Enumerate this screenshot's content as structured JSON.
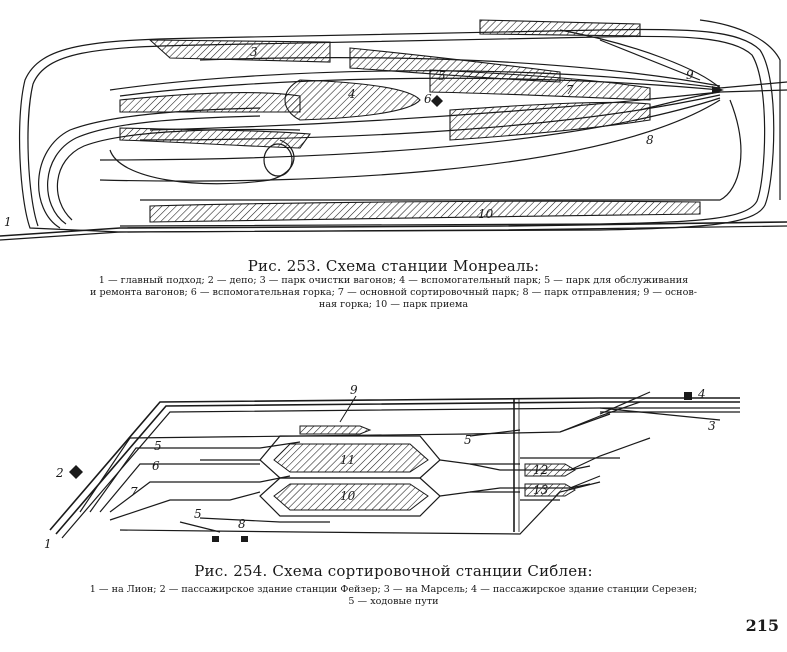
{
  "figure253": {
    "title": "Рис. 253. Схема станции Монреаль:",
    "legend": [
      {
        "num": "1",
        "text": "главный подход"
      },
      {
        "num": "2",
        "text": "депо"
      },
      {
        "num": "3",
        "text": "парк очистки вагонов"
      },
      {
        "num": "4",
        "text": "вспомогательный парк"
      },
      {
        "num": "5",
        "text": "парк для обслуживания и ремонта вагонов"
      },
      {
        "num": "6",
        "text": "вспомогательная горка"
      },
      {
        "num": "7",
        "text": "основной сортировочный парк"
      },
      {
        "num": "8",
        "text": "парк отправления"
      },
      {
        "num": "9",
        "text": "основная горка"
      },
      {
        "num": "10",
        "text": "парк приема"
      }
    ],
    "legend_lines": [
      "1 — главный подход; 2 — депо; 3 — парк очистки вагонов; 4 — вспомогательный парк; 5 — парк для обслуживания",
      "и ремонта вагонов; 6 — вспомогательная горка; 7 — основной сортировочный парк; 8 — парк отправления; 9 — основ-",
      "ная горка; 10 — парк приема"
    ],
    "labels": {
      "l1": "1",
      "l3": "3",
      "l4": "4",
      "l5": "5",
      "l6": "6",
      "l7": "7",
      "l8": "8",
      "l9": "9",
      "l10": "10"
    }
  },
  "figure254": {
    "title": "Рис. 254. Схема сортировочной станции Сиблен:",
    "legend_lines": [
      "1 — на Лион; 2 — пассажирское здание станции Фейзер; 3 — на Марсель; 4 — пассажирское здание станции Серезен;",
      "5 — ходовые пути"
    ],
    "labels": {
      "l1": "1",
      "l2": "2",
      "l3": "3",
      "l4": "4",
      "l5a": "5",
      "l5b": "5",
      "l5c": "5",
      "l6": "6",
      "l7": "7",
      "l8": "8",
      "l9": "9",
      "l10": "10",
      "l11": "11",
      "l12": "12",
      "l13": "13"
    }
  },
  "page_number": "215",
  "colors": {
    "ink": "#1a1a1a",
    "paper": "#ffffff"
  }
}
